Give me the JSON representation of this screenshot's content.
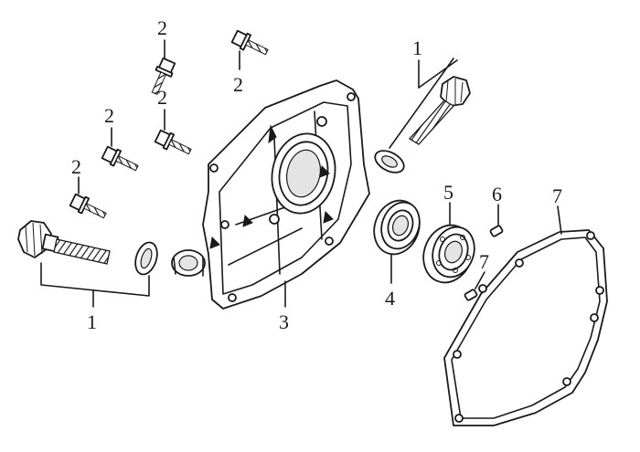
{
  "callouts": {
    "dipstick": "1",
    "bolt": "2",
    "cover": "3",
    "oil_seal": "4",
    "bearing": "5",
    "dowel_pin": "6",
    "gasket": "7"
  },
  "parts": [
    {
      "id": "oil-filler-cap",
      "callout": "1"
    },
    {
      "id": "oil-filler-seal",
      "callout": "1"
    },
    {
      "id": "flange-bolt",
      "callout": "2"
    },
    {
      "id": "crankcase-cover",
      "callout": "3"
    },
    {
      "id": "crankshaft-oil-seal",
      "callout": "4"
    },
    {
      "id": "ball-bearing",
      "callout": "5"
    },
    {
      "id": "dowel-pin",
      "callout": "6"
    },
    {
      "id": "crankcase-gasket",
      "callout": "7"
    }
  ]
}
